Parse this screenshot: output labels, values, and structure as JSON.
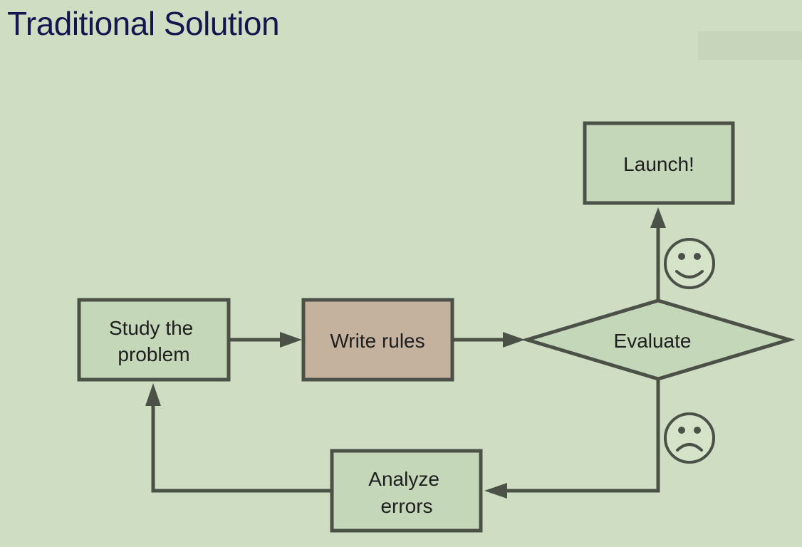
{
  "title": "Traditional Solution",
  "colors": {
    "background": "#cfdec2",
    "node_fill": "#c5d7b9",
    "highlight_fill": "#c4b29e",
    "stroke": "#4b5147",
    "title": "#15154f"
  },
  "nodes": {
    "study": {
      "lines": [
        "Study the",
        "problem"
      ]
    },
    "write": {
      "lines": [
        "Write rules"
      ]
    },
    "evaluate": {
      "lines": [
        "Evaluate"
      ]
    },
    "launch": {
      "lines": [
        "Launch!"
      ]
    },
    "analyze": {
      "lines": [
        "Analyze",
        "errors"
      ]
    }
  },
  "icons": {
    "success": "smiley-face-icon",
    "failure": "frowny-face-icon"
  }
}
